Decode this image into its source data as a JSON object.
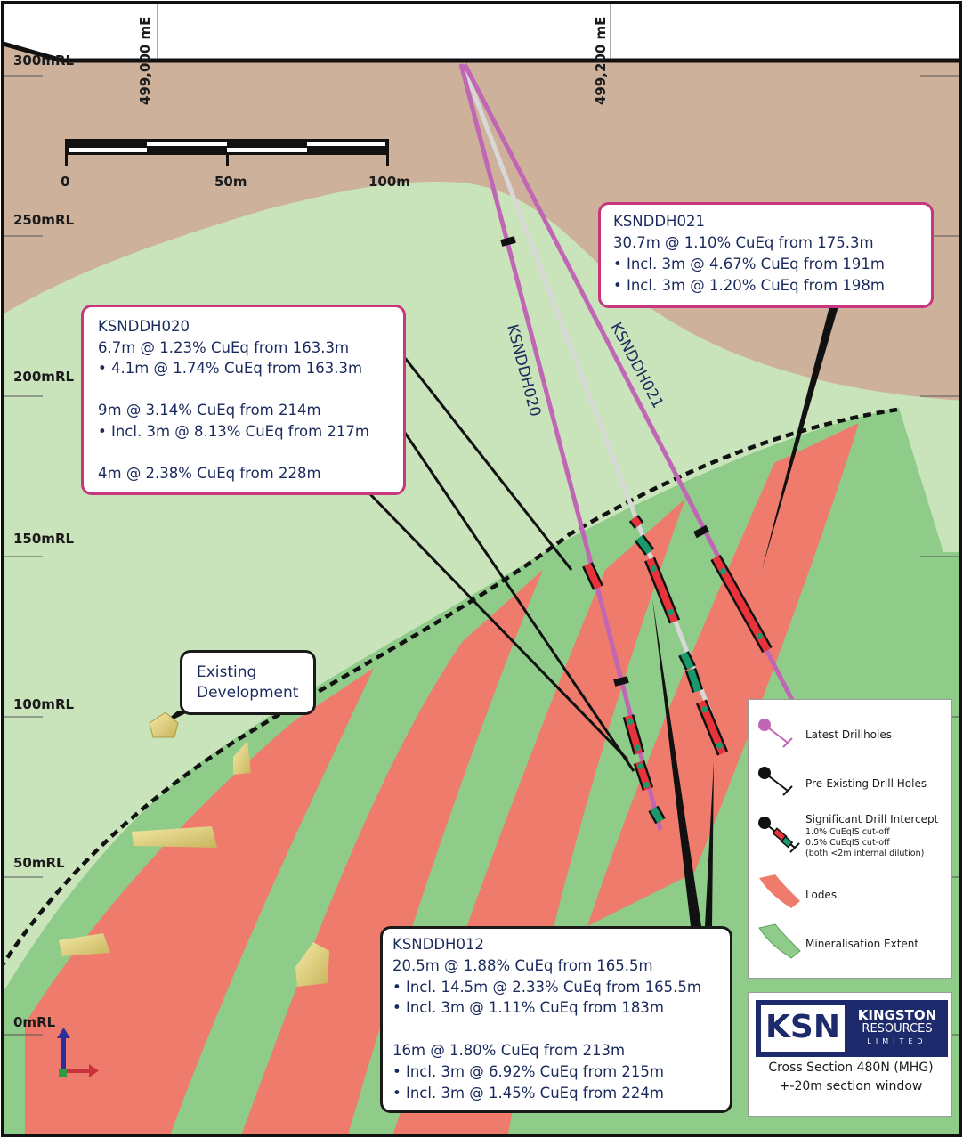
{
  "elevation_labels": [
    "300mRL",
    "250mRL",
    "200mRL",
    "150mRL",
    "100mRL",
    "50mRL",
    "0mRL"
  ],
  "easting_labels": [
    "499,000 mE",
    "499,200 mE"
  ],
  "scale_bar": {
    "labels": [
      "0",
      "50m",
      "100m"
    ]
  },
  "drillhole_labels": [
    "KSNDDH020",
    "KSNDDH021"
  ],
  "callouts": {
    "ksnddh021": {
      "lines": [
        "KSNDDH021",
        "30.7m @ 1.10% CuEq from 175.3m",
        "• Incl. 3m @ 4.67% CuEq from 191m",
        "• Incl. 3m @ 1.20% CuEq from 198m"
      ]
    },
    "ksnddh020": {
      "lines": [
        "KSNDDH020",
        "6.7m @ 1.23% CuEq from 163.3m",
        "• 4.1m @ 1.74% CuEq from 163.3m",
        "",
        "9m @ 3.14% CuEq from 214m",
        "• Incl. 3m @ 8.13% CuEq from 217m",
        "",
        "4m @ 2.38% CuEq from 228m"
      ]
    },
    "ksnddh012": {
      "lines": [
        "KSNDDH012",
        "20.5m @ 1.88% CuEq from 165.5m",
        "• Incl. 14.5m @ 2.33% CuEq from 165.5m",
        "• Incl. 3m @ 1.11% CuEq from 183m",
        "",
        "16m @ 1.80% CuEq from 213m",
        "• Incl. 3m @ 6.92% CuEq from 215m",
        "• Incl. 3m @ 1.45% CuEq from 224m"
      ]
    },
    "existing": {
      "lines": [
        "Existing",
        "Development"
      ]
    }
  },
  "legend": {
    "latest": "Latest Drillholes",
    "preexisting": "Pre-Existing Drill Holes",
    "intercept": "Significant Drill Intercept",
    "cutoff1": "1.0% CuEqIS cut-off",
    "cutoff2": "0.5% CuEqIS cut-off",
    "dilution": "(both <2m internal dilution)",
    "lodes": "Lodes",
    "extent": "Mineralisation Extent"
  },
  "logo": {
    "mark": "KSN",
    "name1": "KINGSTON",
    "name2": "RESOURCES",
    "name3": "LIMITED"
  },
  "section": {
    "title": "Cross Section 480N (MHG)",
    "window": "+-20m section window"
  },
  "colors": {
    "background_rock": "#cdb19b",
    "mineralisation_extent": "#c9e3bb",
    "mineralisation_band": "#8fcc8a",
    "lode": "#ef7b6c",
    "latest_drillhole": "#c066b4",
    "preexisting_drillhole": "#cfcfcf",
    "callout_pink": "#c8377e",
    "text_navy": "#1b2a5c",
    "intercept_red": "#e8333b",
    "intercept_green": "#1a9a6a",
    "development_yellow": "#e6d77a"
  }
}
